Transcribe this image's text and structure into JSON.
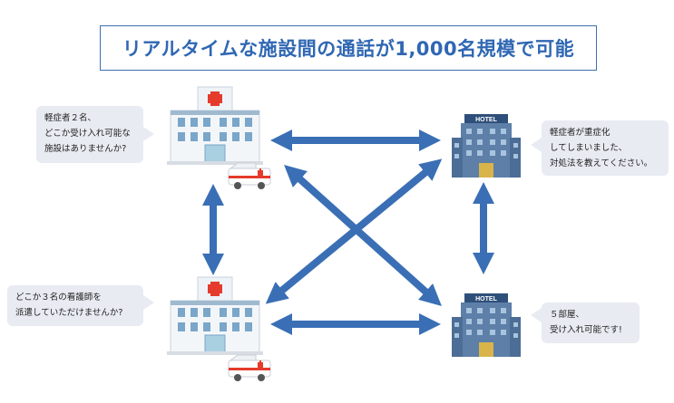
{
  "title": "リアルタイムな施設間の通話が1,000名規模で可能",
  "bubbles": {
    "hospital_top": [
      "軽症者２名、",
      "どこか受け入れ可能な",
      "施設はありませんか?"
    ],
    "hospital_bottom": [
      "どこか３名の看護師を",
      "派遣していただけませんか?"
    ],
    "hotel_top": [
      "軽症者が重症化",
      "してしまいました、",
      "対処法を教えてください。"
    ],
    "hotel_bottom": [
      "５部屋、",
      "受け入れ可能です!"
    ]
  },
  "hotel_sign": "HOTEL",
  "colors": {
    "accent": "#2f67b3",
    "arrow": "#3a6fb5",
    "bubble": "#e8ebf2",
    "hospital_cross": "#e53b2c",
    "hotel_body": "#5d7fa8"
  }
}
